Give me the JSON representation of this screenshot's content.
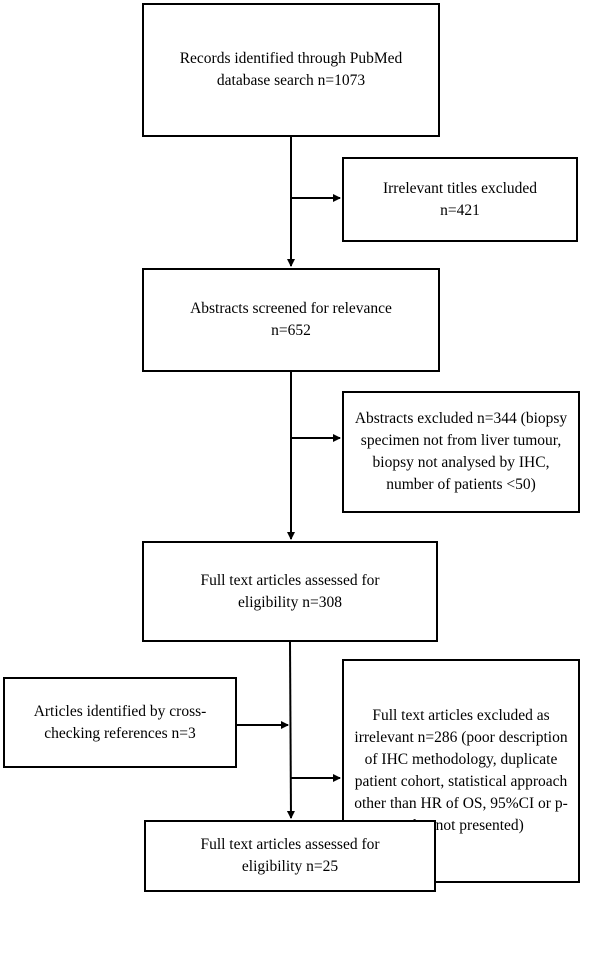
{
  "flowchart": {
    "identified": "Records identified through PubMed database search n=1073",
    "titles_excluded": "Irrelevant titles excluded\nn=421",
    "screened": "Abstracts screened for relevance\nn=652",
    "abstracts_excluded": "Abstracts excluded n=344 (biopsy specimen not from liver tumour, biopsy not analysed by IHC, number of patients <50)",
    "full_text_assessed": "Full text articles assessed for eligibility n=308",
    "cross_checking": "Articles identified by cross-checking references n=3",
    "full_text_excluded": "Full text articles excluded as irrelevant n=286 (poor description of IHC methodology, duplicate patient cohort, statistical approach other than HR of OS, 95%CI or p-value not presented)",
    "final_included": "Full text articles assessed for eligibility n=25"
  }
}
